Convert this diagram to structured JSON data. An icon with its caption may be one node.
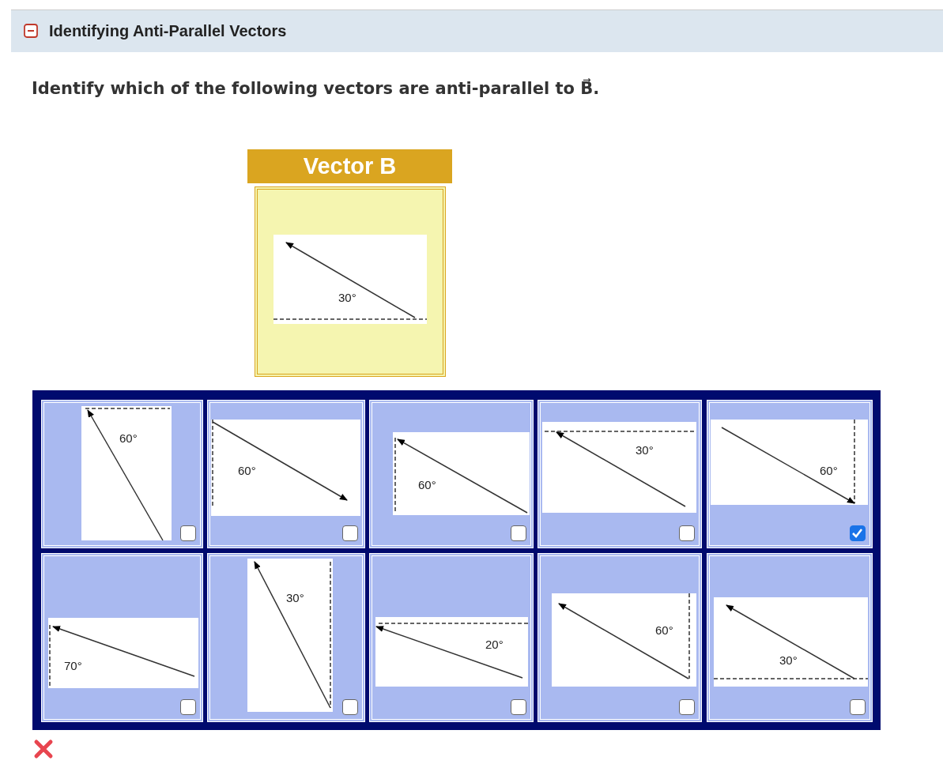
{
  "diagram": {
    "title": "Identifying Anti-Parallel Vectors",
    "nodes": [
      {
        "text": [
          "Vector B",
          "30°"
        ]
      },
      {
        "text": [
          "60°"
        ]
      },
      {
        "text": [
          "60°"
        ]
      },
      {
        "text": [
          "60°"
        ]
      },
      {
        "text": [
          "30°"
        ]
      },
      {
        "text": [
          "60°"
        ]
      },
      {
        "text": [
          "70°"
        ]
      },
      {
        "text": [
          "30°"
        ]
      },
      {
        "text": [
          "20°"
        ]
      },
      {
        "text": [
          "60°"
        ]
      },
      {
        "text": [
          "30°"
        ]
      }
    ],
    "labels": [
      "Identify which of the following vectors are anti-parallel to B⃗."
    ]
  }
}
